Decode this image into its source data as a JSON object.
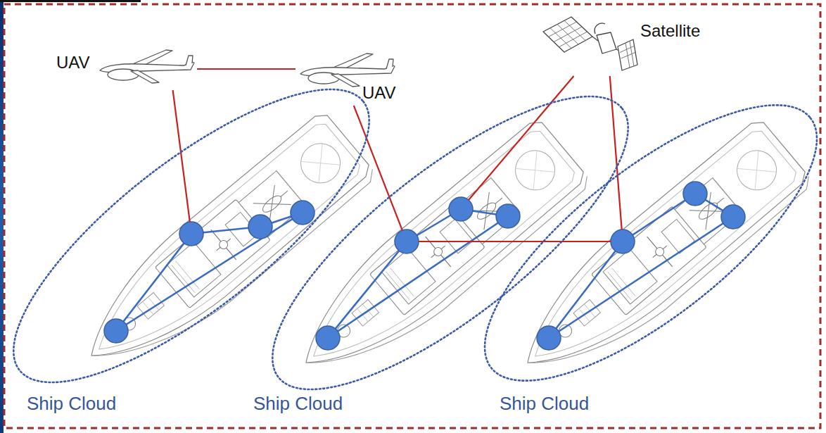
{
  "diagram": {
    "nodes": [
      {
        "text": [
          "UAV"
        ]
      },
      {
        "text": [
          "UAV"
        ]
      },
      {
        "text": [
          "Satellite"
        ]
      },
      {
        "text": [
          "Ship Cloud"
        ]
      },
      {
        "text": [
          "Ship Cloud"
        ]
      },
      {
        "text": [
          "Ship Cloud"
        ]
      }
    ],
    "edges": [
      {
        "from": 0,
        "to": 1,
        "arrow": "none"
      },
      {
        "from": 0,
        "to": 3,
        "arrow": "none"
      },
      {
        "from": 1,
        "to": 4,
        "arrow": "none"
      },
      {
        "from": 2,
        "to": 4,
        "arrow": "none"
      },
      {
        "from": 2,
        "to": 5,
        "arrow": "none"
      },
      {
        "from": 4,
        "to": 5,
        "arrow": "none"
      }
    ]
  }
}
